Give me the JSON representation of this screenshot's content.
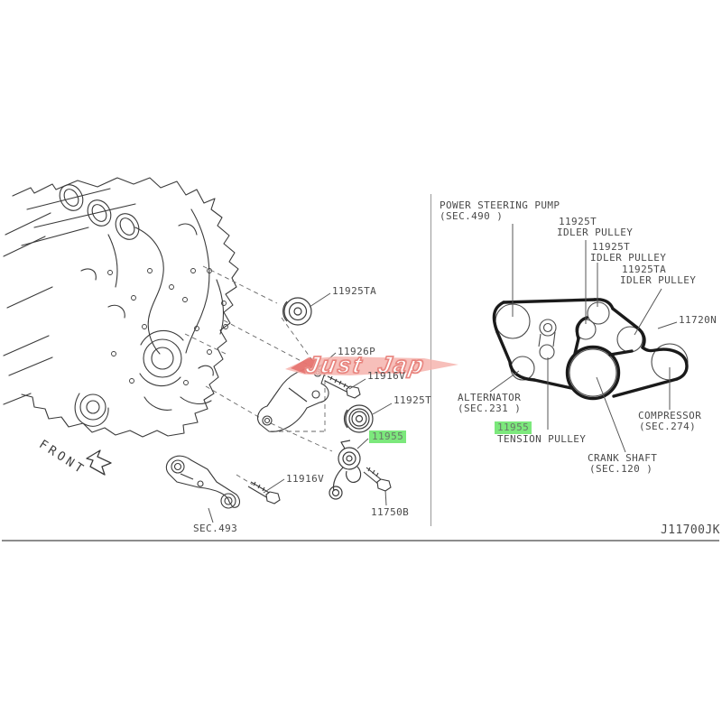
{
  "colors": {
    "highlight": "#7ce87c",
    "line": "#3a3a3a",
    "label_text": "#4a4a4a",
    "watermark_swoosh": "#f6b4ae",
    "watermark_accent": "#e2625e",
    "watermark_outline": "#e8837d"
  },
  "watermark": {
    "text": "Just Jap"
  },
  "left_panel": {
    "part_11925ta": "11925TA",
    "part_11926p": "11926P",
    "part_11916v_upper": "11916V",
    "part_11925t": "11925T",
    "part_11955": "11955",
    "part_11916v_lower": "11916V",
    "part_11750b": "11750B",
    "sec_ref": "SEC.493",
    "front": "FRONT"
  },
  "right_panel": {
    "power_steering_1": "POWER STEERING PUMP",
    "power_steering_2": "(SEC.490 )",
    "idler1_1": "11925T",
    "idler1_2": "IDLER PULLEY",
    "idler2_1": "11925T",
    "idler2_2": "IDLER PULLEY",
    "idler3_1": "11925TA",
    "idler3_2": "IDLER PULLEY",
    "belt_part": "11720N",
    "alternator_1": "ALTERNATOR",
    "alternator_2": "(SEC.231 )",
    "tension_1": "11955",
    "tension_2": "TENSION PULLEY",
    "crankshaft_1": "CRANK SHAFT",
    "crankshaft_2": "(SEC.120 )",
    "compressor_1": "COMPRESSOR",
    "compressor_2": "(SEC.274)"
  },
  "footer": {
    "drawing_code": "J11700JK"
  }
}
